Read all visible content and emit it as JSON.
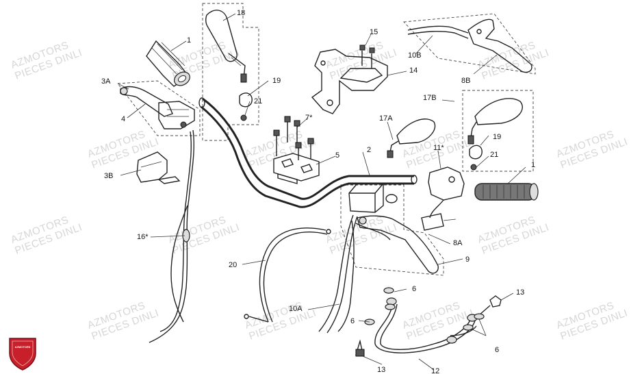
{
  "watermark": {
    "line1": "AZMOTORS",
    "line2": "PIECES DINLI"
  },
  "logo_text": "AZMOTORS",
  "colors": {
    "logo_red": "#c8202a",
    "watermark": "#d6d6d6",
    "ink": "#222222"
  },
  "labels": {
    "l1a": "1",
    "l1b": "1",
    "l2": "2",
    "l3A": "3A",
    "l3B": "3B",
    "l4": "4",
    "l5": "5",
    "l6a": "6",
    "l6b": "6",
    "l6c": "6",
    "l7": "7*",
    "l8A": "8A",
    "l8B": "8B",
    "l9": "9",
    "l10A": "10A",
    "l10B": "10B",
    "l11": "11*",
    "l12": "12",
    "l13a": "13",
    "l13b": "13",
    "l14": "14",
    "l15": "15",
    "l16": "16*",
    "l17A": "17A",
    "l17B": "17B",
    "l18": "18",
    "l19a": "19",
    "l19b": "19",
    "l20": "20",
    "l21a": "21",
    "l21b": "21"
  }
}
